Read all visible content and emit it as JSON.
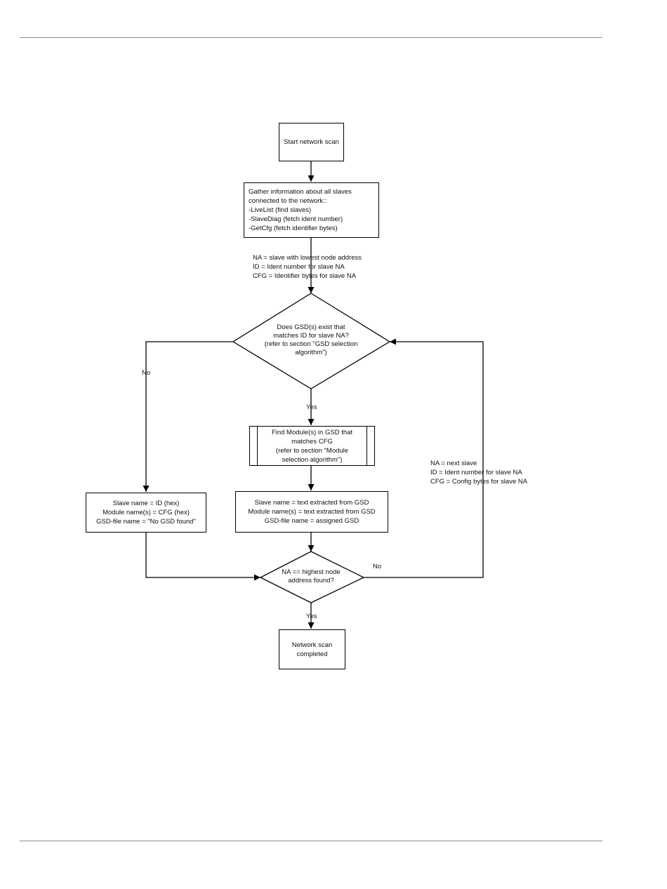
{
  "flowchart": {
    "start": {
      "lines": [
        "Start network scan"
      ]
    },
    "gather": {
      "lines": [
        "Gather information about all slaves",
        "connected to the network::",
        "-LiveList (find slaves)",
        "-SlaveDiag (fetch ident number)",
        "-GetCfg (fetch identifier bytes)"
      ]
    },
    "init_assignments": {
      "lines": [
        "NA = slave with lowest node address",
        "ID = Ident number for slave NA",
        "CFG = Identifier bytes for slave  NA"
      ]
    },
    "gsd_decision": {
      "lines": [
        "Does GSD(s) exist that",
        "matches ID for slave NA?",
        "(refer to section \"GSD selection",
        "algorithm\")"
      ],
      "no_label": "No",
      "yes_label": "Yes"
    },
    "find_module": {
      "lines": [
        "Find Module(s) in GSD that",
        "matches CFG",
        "(refer to section \"Module",
        "selection algorithm\")"
      ]
    },
    "no_gsd_result": {
      "lines": [
        "Slave name = ID (hex)",
        "Module name(s) = CFG (hex)",
        "GSD-file name = \"No GSD found\""
      ]
    },
    "gsd_result": {
      "lines": [
        "Slave name = text extracted from GSD",
        "Module name(s) = text extracted from GSD",
        "GSD-file name = assigned GSD"
      ]
    },
    "next_assignments": {
      "lines": [
        "NA = next slave",
        "ID = Ident number for slave NA",
        "CFG = Config bytes for slave  NA"
      ]
    },
    "end_decision": {
      "lines": [
        "NA == highest node",
        "address found?"
      ],
      "no_label": "No",
      "yes_label": "Yes"
    },
    "end": {
      "lines": [
        "Network scan",
        "completed"
      ]
    }
  }
}
